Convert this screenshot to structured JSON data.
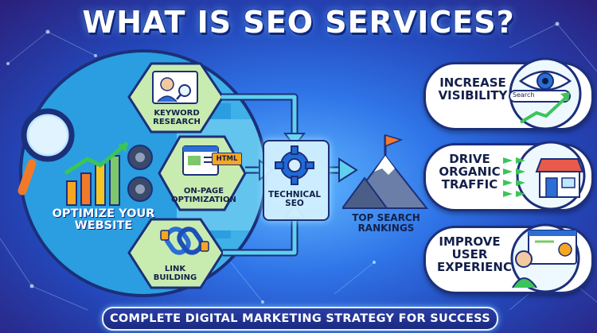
{
  "title": "WHAT IS SEO SERVICES?",
  "left": {
    "main_label_1": "OPTIMIZE YOUR",
    "main_label_2": "WEBSITE",
    "keyword_1": "KEYWORD",
    "keyword_2": "RESEARCH",
    "onpage_1": "ON-PAGE",
    "onpage_2": "OPTIMIZATION",
    "onpage_tag": "HTML",
    "link_1": "LINK",
    "link_2": "BUILDING"
  },
  "center": {
    "tech_1": "TECHNICAL",
    "tech_2": "SEO",
    "rank_1": "TOP SEARCH",
    "rank_2": "RANKINGS"
  },
  "right": {
    "visibility_1": "INCREASE",
    "visibility_2": "VISIBILITY",
    "search_placeholder": "Search",
    "organic_1": "DRIVE",
    "organic_2": "ORGANIC",
    "organic_3": "TRAFFIC",
    "ux_1": "IMPROVE",
    "ux_2": "USER",
    "ux_3": "EXPERIENCE"
  },
  "banner": "COMPLETE DIGITAL MARKETING STRATEGY FOR SUCCESS",
  "colors": {
    "navy": "#1c2f7a",
    "green": "#7dc86a",
    "light_green": "#c8ecb0",
    "accent_orange": "#f07a2a"
  }
}
